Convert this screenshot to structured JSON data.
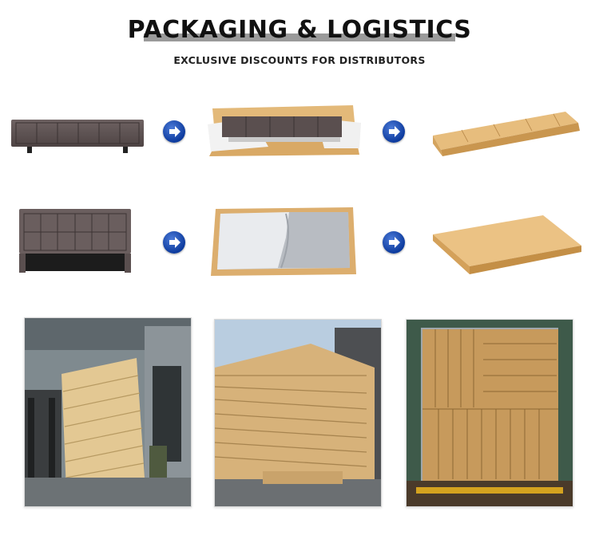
{
  "header": {
    "title": "PACKAGING & LOGISTICS",
    "subtitle": "EXCLUSIVE DISCOUNTS FOR DISTRIBUTORS"
  },
  "colors": {
    "title_bar": "#9a9a9a",
    "arrow": "#1a4fb8",
    "cardboard": "#e0b57a",
    "fabric": "#5d5252"
  },
  "icons": [
    "arrow-right-icon"
  ],
  "process_rows": [
    {
      "steps": [
        "long-headboard-image",
        "headboard-in-carton-image",
        "long-carton-image"
      ]
    },
    {
      "steps": [
        "square-headboard-image",
        "headboard-wrapped-carton-image",
        "flat-carton-image"
      ]
    }
  ],
  "loading_photos": [
    "forklift-loading-photo",
    "stacked-cartons-loading-photo",
    "container-full-photo"
  ]
}
